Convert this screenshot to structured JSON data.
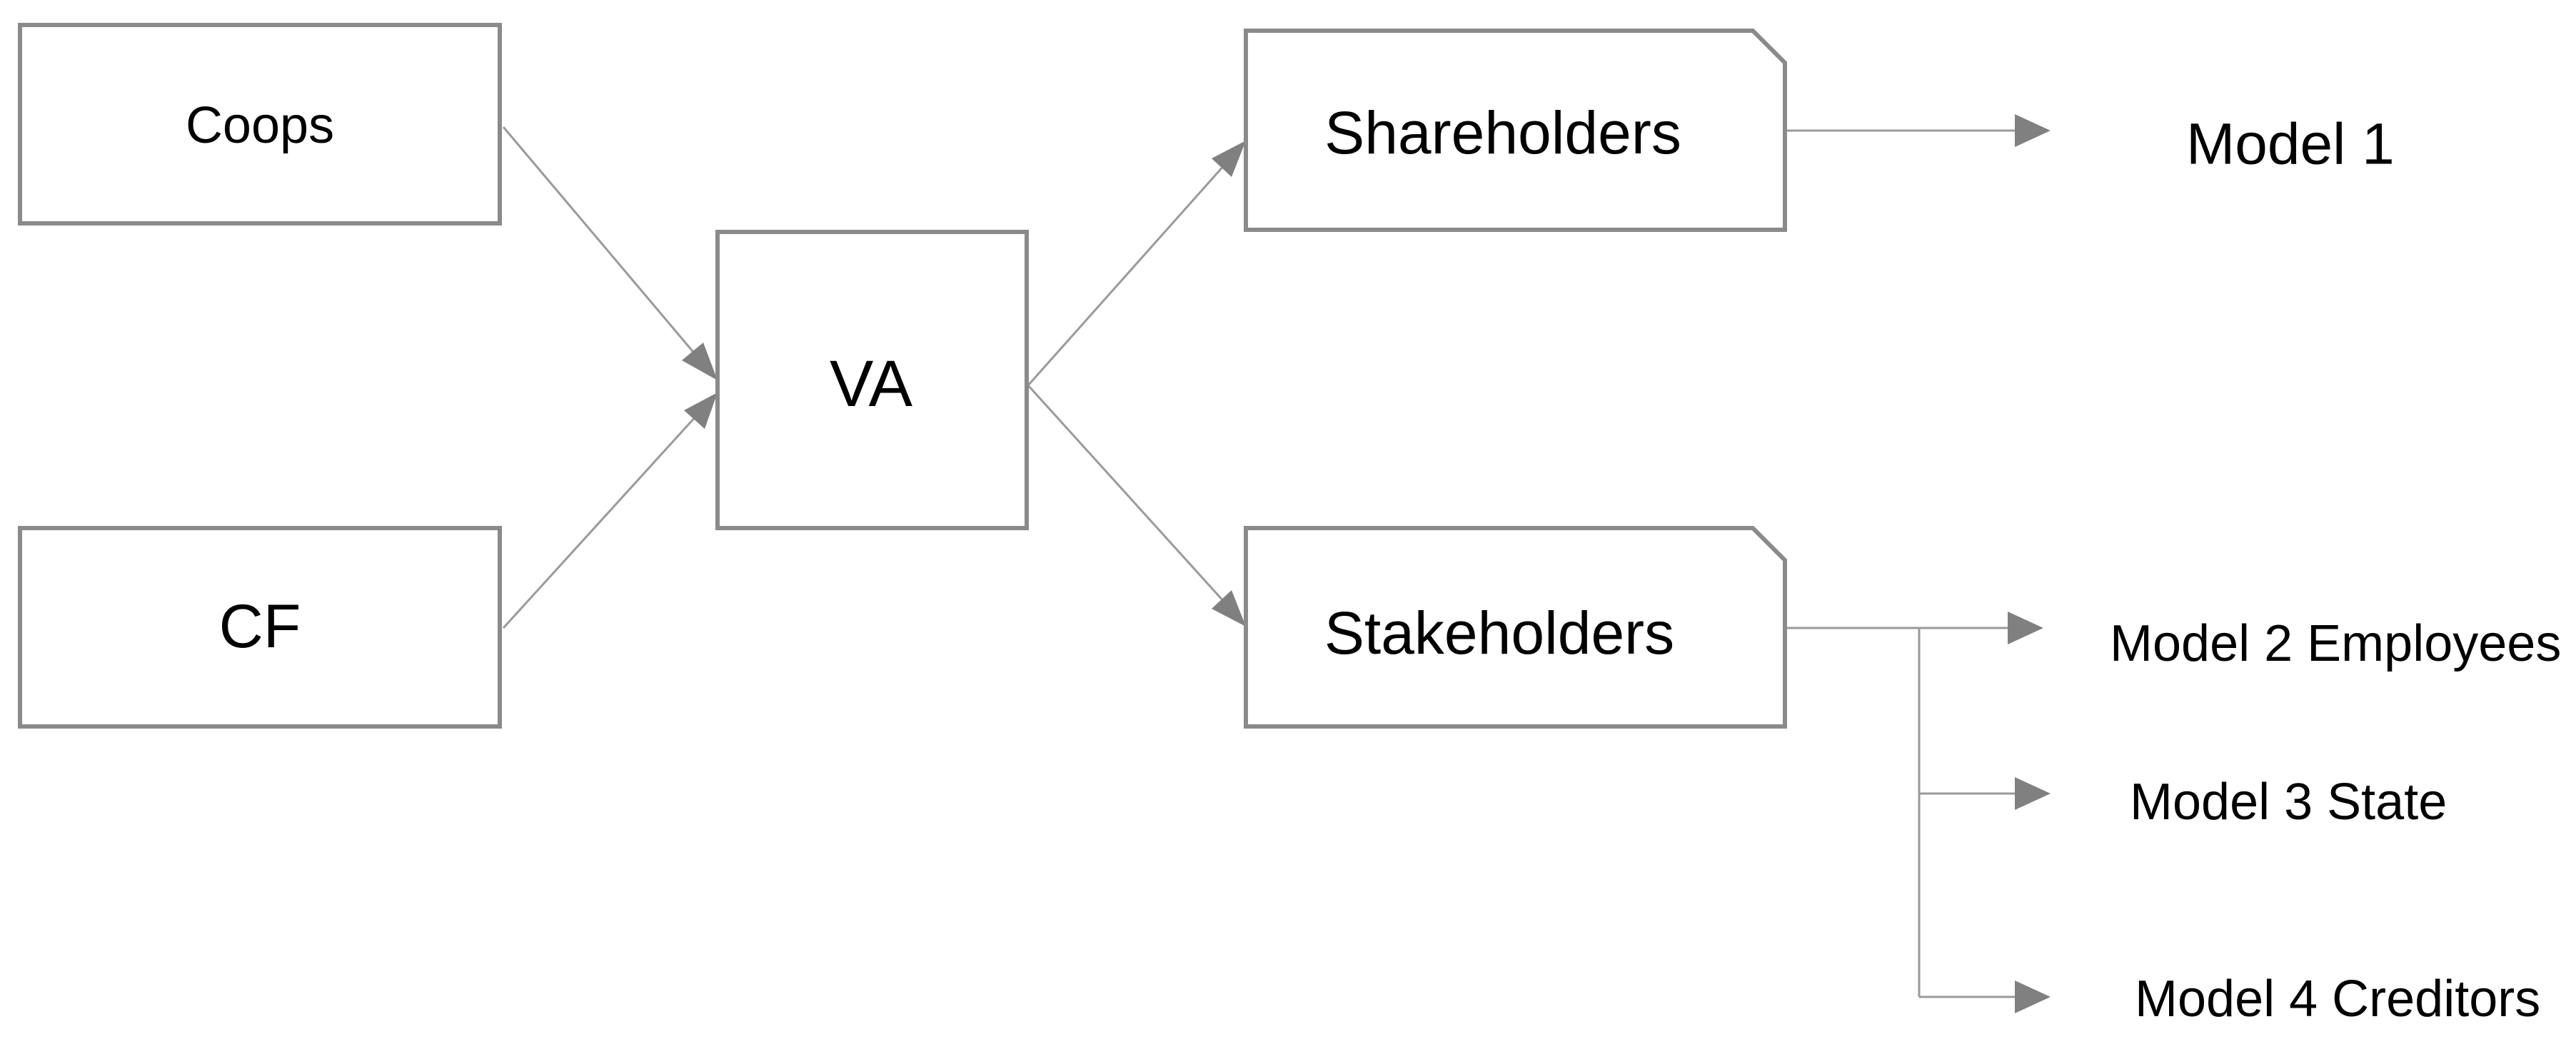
{
  "nodes": {
    "coops": {
      "label": "Coops"
    },
    "cf": {
      "label": "CF"
    },
    "va": {
      "label": "VA"
    },
    "shareholders": {
      "label": "Shareholders"
    },
    "stakeholders": {
      "label": "Stakeholders"
    }
  },
  "outcomes": {
    "model1": "Model 1",
    "model2": "Model 2 Employees",
    "model3": "Model 3 State",
    "model4": "Model 4 Creditors"
  },
  "colors": {
    "box_border": "#8a8a8a",
    "connector": "#9a9a9a",
    "arrowhead": "#808080",
    "text": "#000000"
  }
}
